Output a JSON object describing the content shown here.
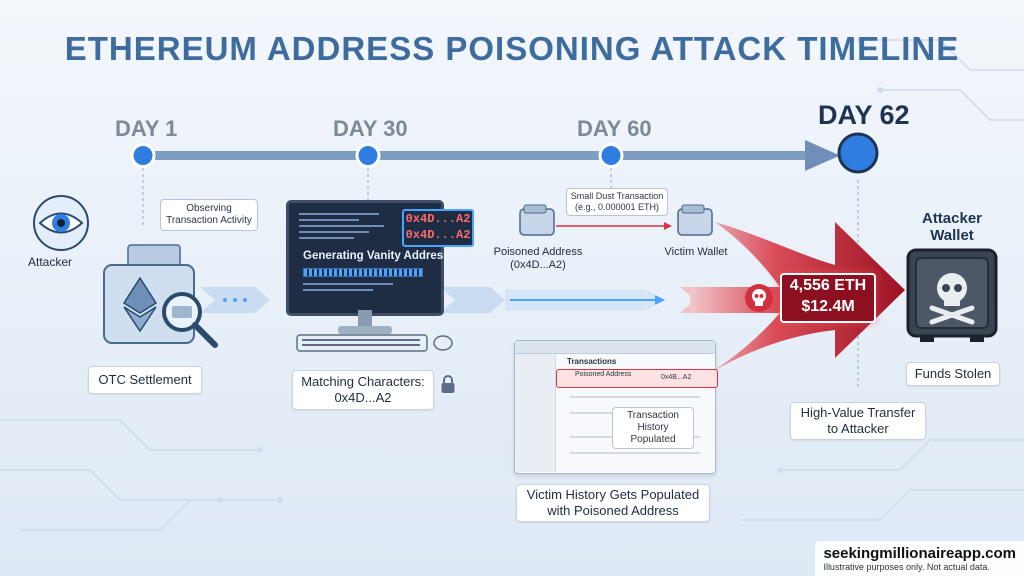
{
  "title": "ETHEREUM ADDRESS POISONING ATTACK TIMELINE",
  "timeline": {
    "days": [
      "DAY 1",
      "DAY 30",
      "DAY 60",
      "DAY 62"
    ]
  },
  "stage1": {
    "actor_label": "Attacker",
    "bubble": "Observing Transaction Activity",
    "caption": "OTC Settlement",
    "icons": [
      "eye-icon",
      "wallet-icon",
      "ethereum-icon",
      "magnifier-icon"
    ]
  },
  "stage2": {
    "screen_title": "Generating Vanity Address",
    "match_1": "0x4D...A2",
    "match_2": "0x4D...A2",
    "caption_line1": "Matching Characters:",
    "caption_line2": "0x4D...A2",
    "icons": [
      "computer-icon",
      "keyboard-icon",
      "mouse-icon",
      "lock-icon"
    ]
  },
  "stage3": {
    "bubble_line1": "Small Dust Transaction",
    "bubble_line2": "(e.g., 0.000001 ETH)",
    "poisoned_line1": "Poisoned Address",
    "poisoned_line2": "(0x4D...A2)",
    "victim_label": "Victim Wallet",
    "window_title": "Transactions",
    "row_label": "Poisoned Address",
    "row_address": "0x4B...A2",
    "history_bubble_line1": "Transaction History",
    "history_bubble_line2": "Populated",
    "caption_line1": "Victim History Gets Populated",
    "caption_line2": "with Poisoned Address",
    "icons": [
      "wallet-icon",
      "wallet-icon",
      "skull-icon"
    ]
  },
  "stage4": {
    "amount_eth": "4,556 ETH",
    "amount_usd": "$12.4M",
    "transfer_line1": "High-Value Transfer",
    "transfer_line2": "to Attacker",
    "wallet_line1": "Attacker",
    "wallet_line2": "Wallet",
    "caption": "Funds Stolen",
    "icons": [
      "safe-icon",
      "skull-crossbones-icon"
    ]
  },
  "colors": {
    "title": "#3f6c9e",
    "timeline": "#6f8fb8",
    "node": "#2f7de1",
    "danger": "#b3192b",
    "accent_blue": "#4aa3ff"
  },
  "footer": {
    "site": "seekingmillionaireapp.com",
    "note": "Illustrative purposes only. Not actual data."
  }
}
